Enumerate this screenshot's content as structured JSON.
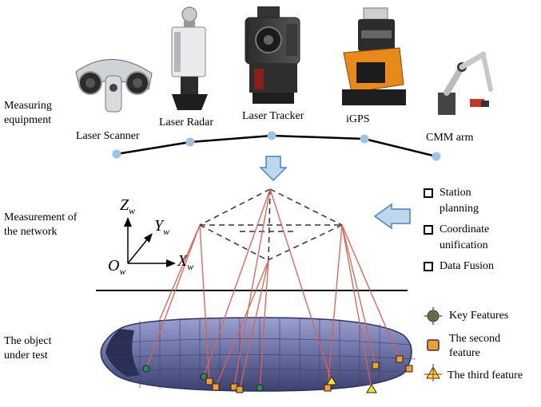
{
  "rows": {
    "measuring_equipment": "Measuring\nequipment",
    "measurement_network": "Measurement of\nthe network",
    "object_under_test": "The object\nunder test"
  },
  "equipment": [
    {
      "label": "Laser Scanner",
      "icon": "laser-scanner-icon"
    },
    {
      "label": "Laser Radar",
      "icon": "laser-radar-icon"
    },
    {
      "label": "Laser Tracker",
      "icon": "laser-tracker-icon"
    },
    {
      "label": "iGPS",
      "icon": "igps-icon"
    },
    {
      "label": "CMM arm",
      "icon": "cmm-arm-icon"
    }
  ],
  "axes": {
    "z_main": "Z",
    "z_sub": "w",
    "y_main": "Y",
    "y_sub": "w",
    "x_main": "X",
    "x_sub": "w",
    "o_main": "O",
    "o_sub": "w"
  },
  "side_items": [
    "Station\nplanning",
    "Coordinate\nunification",
    "Data Fusion"
  ],
  "legend": [
    "Key Features",
    "The second\nfeature",
    "The third feature"
  ],
  "colors": {
    "node": "#9dc3e6",
    "arrow_fill": "#bdd7ee",
    "arrow_stroke": "#4f81bd",
    "laser_line": "#e06050",
    "fuselage": "#6f74a8",
    "feature_key": "#2e8b57",
    "feature_second": "#f0a030",
    "feature_third": "#f5e13a"
  }
}
